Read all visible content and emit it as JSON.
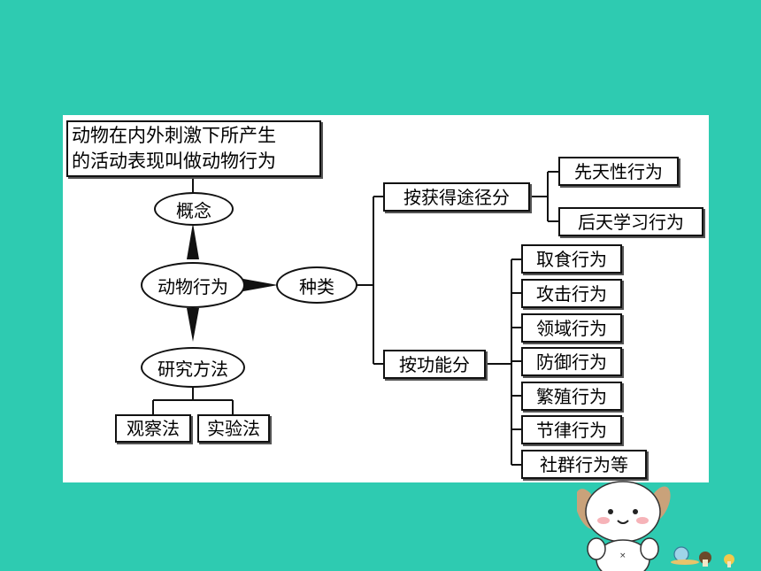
{
  "definition": {
    "line1": "动物在内外刺激下所产生",
    "line2": "的活动表现叫做动物行为"
  },
  "concept": "概念",
  "center": "动物行为",
  "types": "种类",
  "methods": {
    "label": "研究方法",
    "items": [
      "观察法",
      "实验法"
    ]
  },
  "by_acquisition": {
    "label": "按获得途径分",
    "items": [
      "先天性行为",
      "后天学习行为"
    ]
  },
  "by_function": {
    "label": "按功能分",
    "items": [
      "取食行为",
      "攻击行为",
      "领域行为",
      "防御行为",
      "繁殖行为",
      "节律行为",
      "社群行为等"
    ]
  },
  "colors": {
    "background": "#2ECBB1",
    "panel": "#FFFFFF",
    "stroke": "#111111"
  }
}
